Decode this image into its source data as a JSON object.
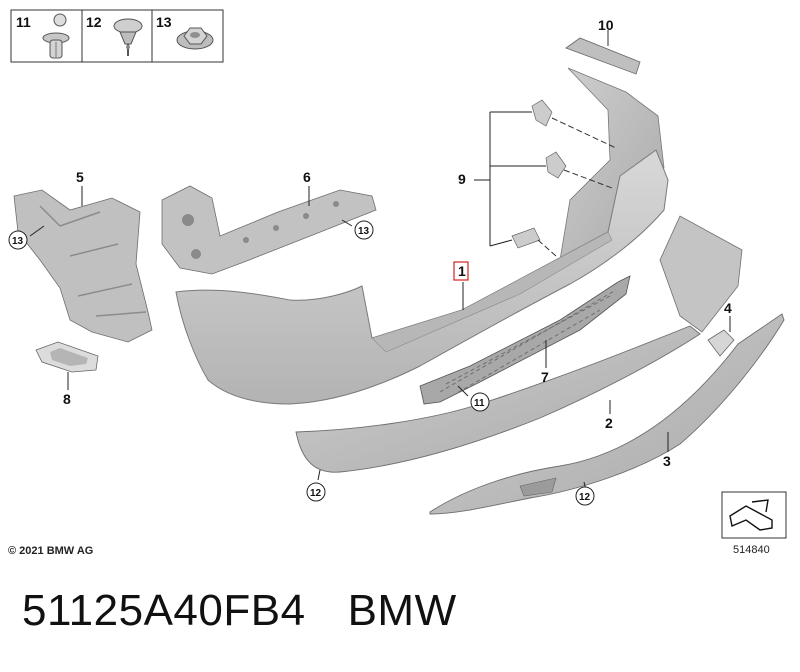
{
  "legend": [
    {
      "num": "11",
      "desc_icon": "expanding-rivet-icon"
    },
    {
      "num": "12",
      "desc_icon": "push-clip-icon"
    },
    {
      "num": "13",
      "desc_icon": "hex-nut-icon"
    }
  ],
  "callouts": {
    "p1": "1",
    "p2": "2",
    "p3": "3",
    "p4": "4",
    "p5": "5",
    "p6": "6",
    "p7": "7",
    "p8": "8",
    "p9": "9",
    "p10": "10",
    "c13a": "13",
    "c13b": "13",
    "c11": "11",
    "c12a": "12",
    "c12b": "12"
  },
  "copyright": "© 2021 BMW AG",
  "diagram_ref": "514840",
  "caption": {
    "part_number": "51125A40FB4",
    "brand": "BMW"
  },
  "colors": {
    "highlight": "#d42020",
    "part_fill": "#c9c9c9",
    "part_dark": "#a8a8a8"
  }
}
